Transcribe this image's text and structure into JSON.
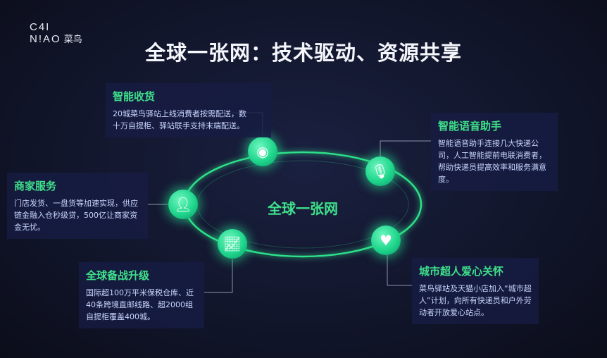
{
  "logo": {
    "line1": "C4I",
    "line2": "N!AO",
    "cn": "菜鸟"
  },
  "title": "全球一张网：技术驱动、资源共享",
  "center_label": "全球一张网",
  "accent": "#3fe08a",
  "cards": [
    {
      "title": "智能收货",
      "body": "20城菜鸟驿站上线消费者按需配送，数十万自提柜、驿站联手支持末端配送。",
      "icon": "eye-icon"
    },
    {
      "title": "智能语音助手",
      "body": "智能语音助手连接几大快递公司，人工智能提前电联消费者，帮助快递员提高效率和服务满意度。",
      "icon": "microphone-icon"
    },
    {
      "title": "商家服务",
      "body": "门店发货、一盘货等加速实现，供应链金融入仓秒级贷，500亿让商家资金无忧。",
      "icon": "user-icon"
    },
    {
      "title": "全球备战升级",
      "body": "国际超100万平米保税仓库、近40条跨境直邮线路、超2000组自提柜覆盖400城。",
      "icon": "chart-icon"
    },
    {
      "title": "城市超人爱心关怀",
      "body": "菜鸟驿站及天猫小店加入“城市超人”计划，向所有快递员和户外劳动者开放爱心站点。",
      "icon": "heart-icon"
    }
  ]
}
